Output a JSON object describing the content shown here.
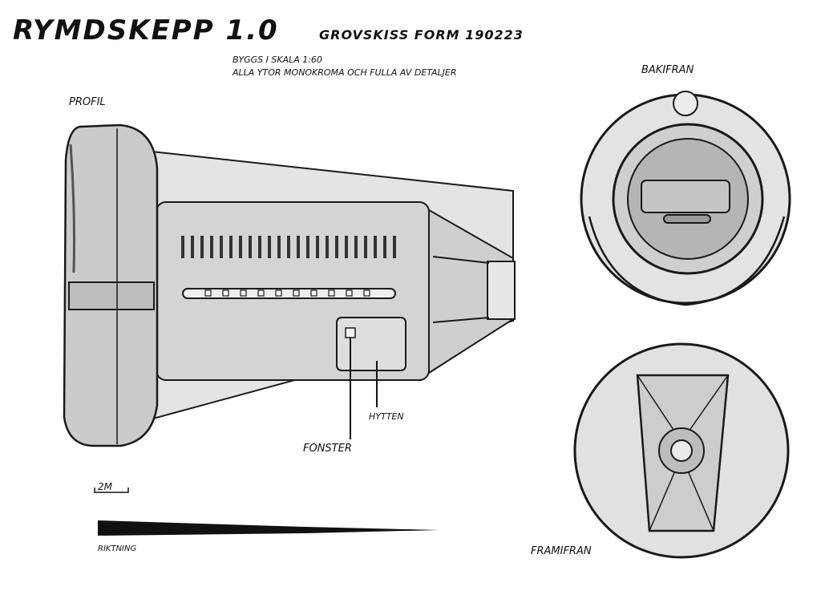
{
  "header": {
    "title": "RYMDSKEPP 1.0",
    "subtitle": "GROVSKISS FORM 190223",
    "note_scale": "BYGGS I SKALA 1:60",
    "note_surfaces": "ALLA YTOR MONOKROMA OCH FULLA AV DETALJER"
  },
  "views": {
    "profile": "PROFIL",
    "rear": "BAKIFRAN",
    "front": "FRAMIFRAN"
  },
  "callouts": {
    "window": "FONSTER",
    "cabin": "HYTTEN"
  },
  "legend": {
    "scale": "2M",
    "direction": "RIKTNING"
  }
}
